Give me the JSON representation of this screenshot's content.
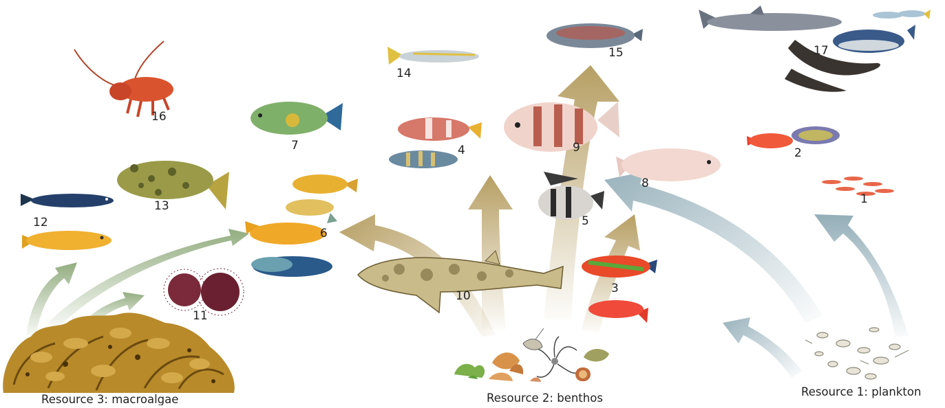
{
  "resources": {
    "macroalgae": "Resource 3: macroalgae",
    "benthos": "Resource 2: benthos",
    "plankton": "Resource 1: plankton"
  },
  "species_numbers": [
    "1",
    "2",
    "3",
    "4",
    "5",
    "6",
    "7",
    "8",
    "9",
    "10",
    "11",
    "12",
    "13",
    "14",
    "15",
    "16",
    "17"
  ],
  "colors": {
    "algae_arrow": "#8ea97a",
    "benthos_arrow": "#b39a5c",
    "plankton_arrow": "#8eaab5",
    "algae": "#b88a2a",
    "shark": "#c9bb8a"
  }
}
